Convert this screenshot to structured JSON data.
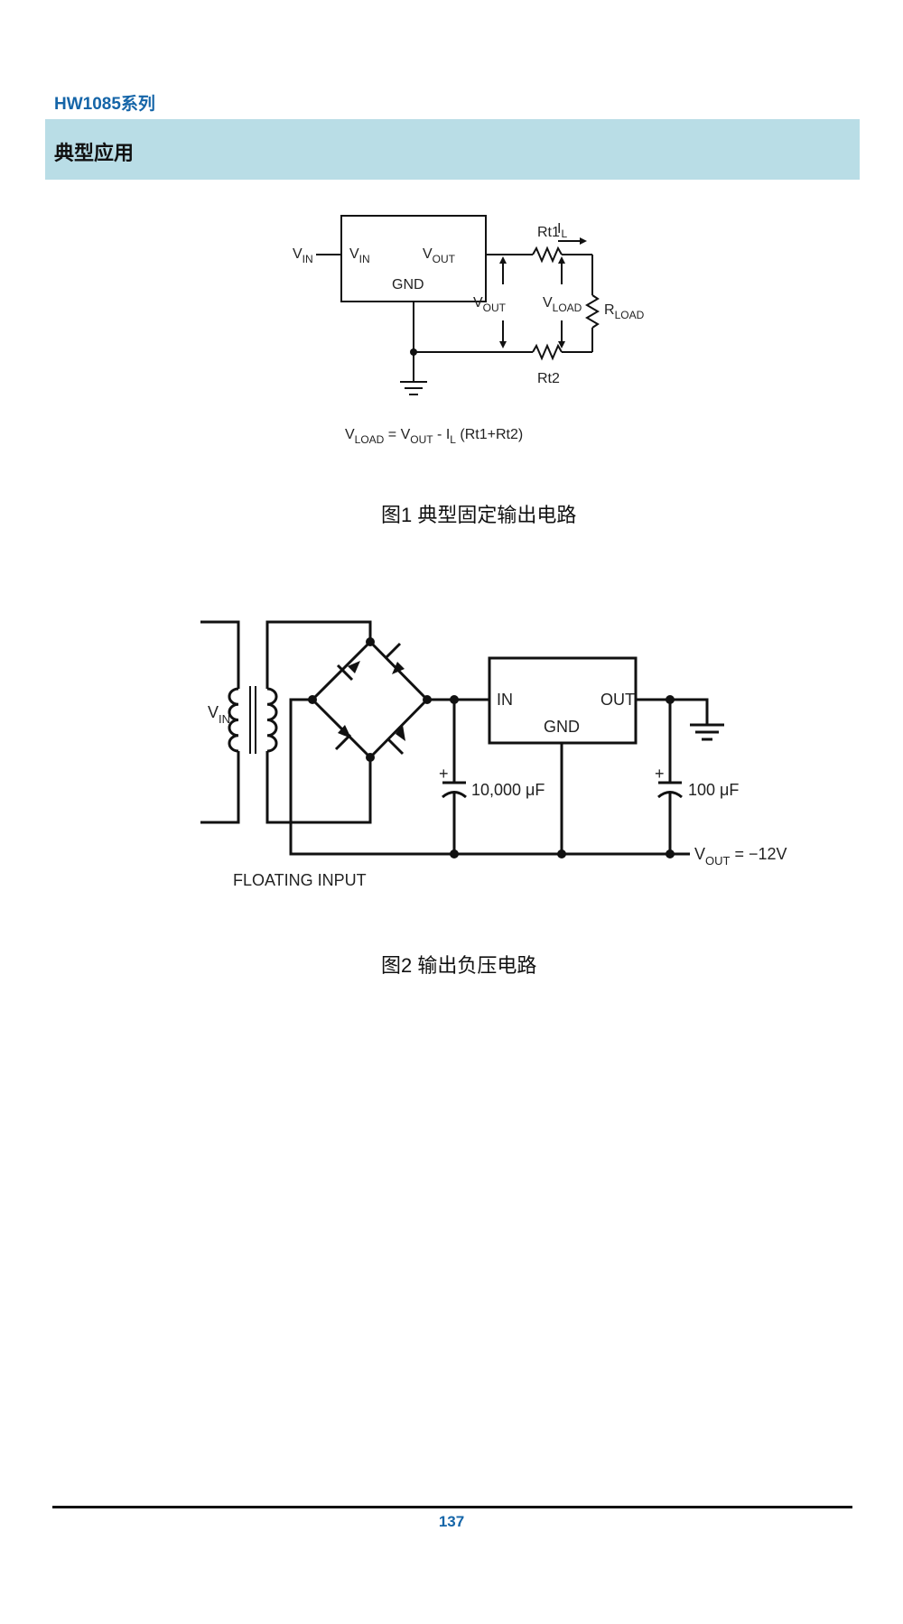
{
  "header": {
    "series_title": "HW1085系列",
    "section_title": "典型应用"
  },
  "figure1": {
    "labels": {
      "vin_external": "V",
      "vin_external_sub": "IN",
      "vin_pin": "V",
      "vin_pin_sub": "IN",
      "vout_pin": "V",
      "vout_pin_sub": "OUT",
      "gnd_pin": "GND",
      "rt1": "Rt1",
      "rt2": "Rt2",
      "il": "I",
      "il_sub": "L",
      "vout_meas": "V",
      "vout_meas_sub": "OUT",
      "vload": "V",
      "vload_sub": "LOAD",
      "rload": "R",
      "rload_sub": "LOAD"
    },
    "formula": {
      "v1": "V",
      "v1_sub": "LOAD",
      "eq": " = ",
      "v2": "V",
      "v2_sub": "OUT",
      "minus": " - ",
      "i": "I",
      "i_sub": "L",
      "tail": " (Rt1+Rt2)"
    },
    "caption": "图1  典型固定输出电路"
  },
  "figure2": {
    "labels": {
      "vin": "V",
      "vin_sub": "IN",
      "in_pin": "IN",
      "out_pin": "OUT",
      "gnd_pin": "GND",
      "cap_in_plus": "+",
      "cap_in": "10,000 μF",
      "cap_out_plus": "+",
      "cap_out": "100 μF",
      "vout": "V",
      "vout_sub": "OUT",
      "vout_value": " = −12V",
      "floating": "FLOATING INPUT"
    },
    "caption": "图2  输出负压电路"
  },
  "footer": {
    "page_number": "137"
  }
}
